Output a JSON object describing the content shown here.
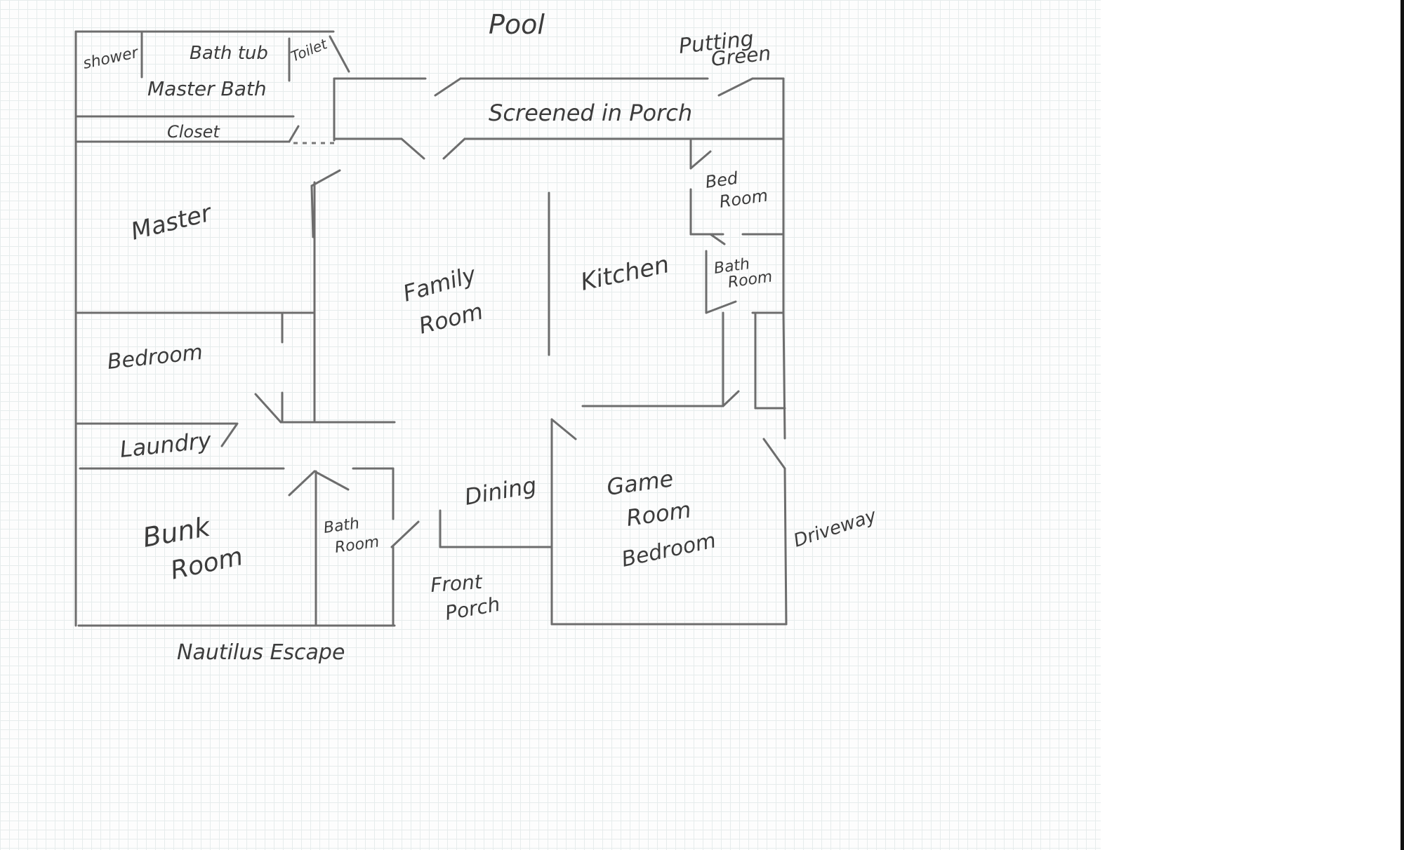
{
  "labels": {
    "pool": "Pool",
    "putting_green": [
      "Putting",
      "Green"
    ],
    "shower": "shower",
    "bathtub": "Bath tub",
    "toilet": "Toilet",
    "master_bath": "Master Bath",
    "closet": "Closet",
    "screened_porch": "Screened in Porch",
    "bedroom_ne": [
      "Bed",
      "Room"
    ],
    "master": "Master",
    "family_room": [
      "Family",
      "Room"
    ],
    "kitchen": "Kitchen",
    "bathroom_e": [
      "Bath",
      "Room"
    ],
    "bedroom_w": "Bedroom",
    "laundry": "Laundry",
    "dining": "Dining",
    "game_room": [
      "Game",
      "Room",
      "Bedroom"
    ],
    "bunk_room": [
      "Bunk",
      "Room"
    ],
    "bathroom_s": [
      "Bath",
      "Room"
    ],
    "driveway": "Driveway",
    "front_porch": [
      "Front",
      "Porch"
    ],
    "house_name": "Nautilus Escape"
  },
  "colors": {
    "pencil": "#6d6d6d",
    "text": "#3c3c3c",
    "grid": "#e6ecec"
  }
}
